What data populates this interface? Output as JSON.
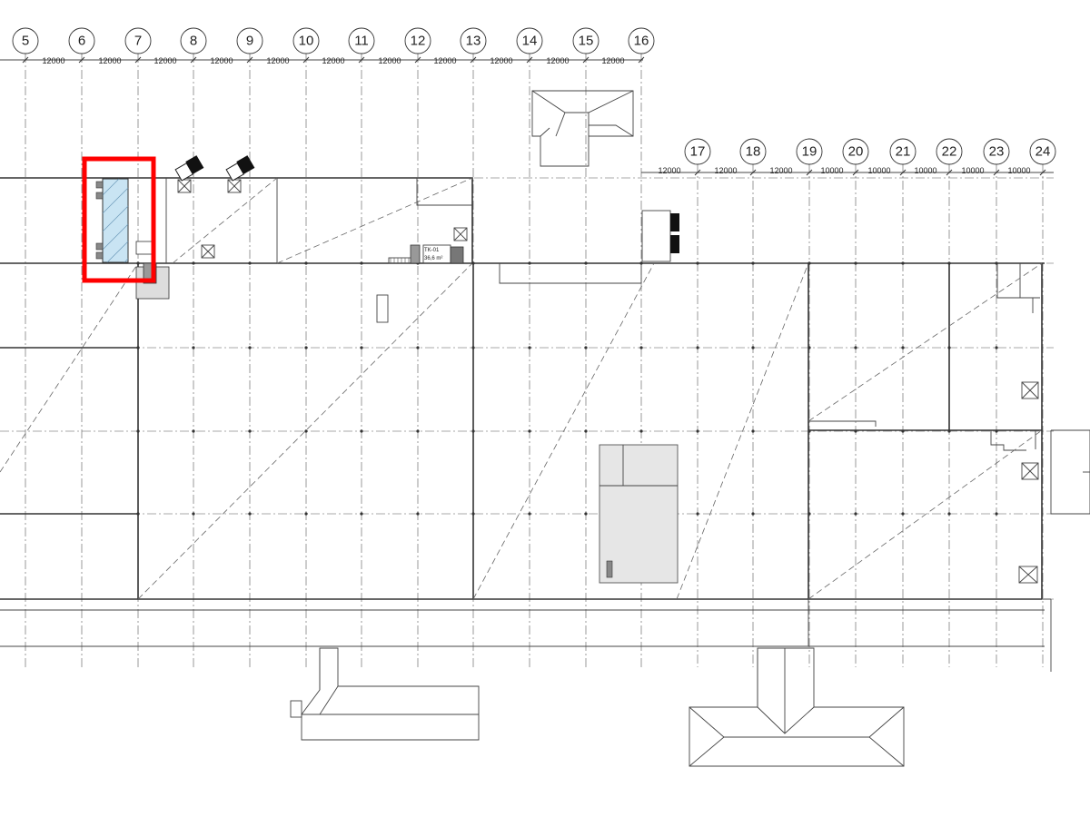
{
  "drawing": {
    "top_axes": [
      "5",
      "6",
      "7",
      "8",
      "9",
      "10",
      "11",
      "12",
      "13",
      "14",
      "15",
      "16"
    ],
    "top_dims": [
      "12000",
      "12000",
      "12000",
      "12000",
      "12000",
      "12000",
      "12000",
      "12000",
      "12000",
      "12000",
      "12000"
    ],
    "right_axes": [
      "17",
      "18",
      "19",
      "20",
      "21",
      "22",
      "23",
      "24"
    ],
    "right_dims": [
      "12000",
      "12000",
      "12000",
      "10000",
      "10000",
      "10000",
      "10000",
      "10000"
    ],
    "room_label": "TK-01",
    "room_area": "36,6 m²",
    "colors": {
      "highlight": "#ff0000",
      "room_fill": "#c9e4f3",
      "grey_fill": "#e6e6e6"
    }
  }
}
